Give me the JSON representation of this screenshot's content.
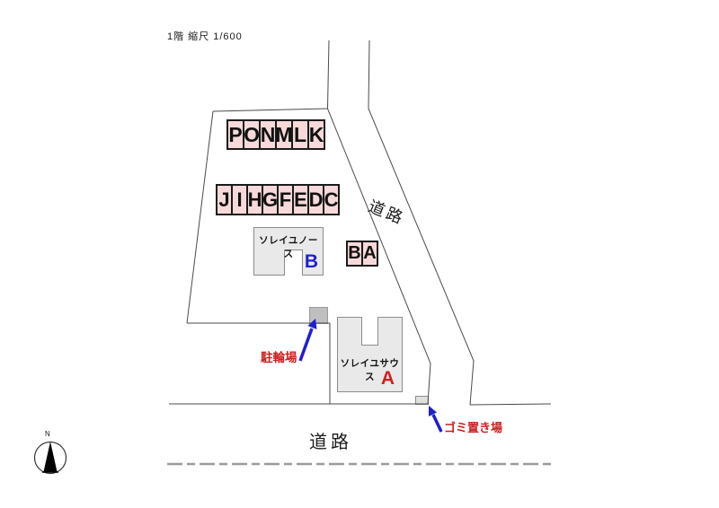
{
  "title": "1階 縮尺 1/600",
  "parking": {
    "row1": [
      "P",
      "O",
      "N",
      "M",
      "L",
      "K"
    ],
    "row2": [
      "J",
      "I",
      "H",
      "G",
      "F",
      "E",
      "D",
      "C"
    ],
    "row3": [
      "B",
      "A"
    ]
  },
  "buildings": {
    "north": {
      "name": "ソレイユノース",
      "unit": "B",
      "unit_color": "#1f1fd0"
    },
    "south": {
      "name": "ソレイユサウス",
      "unit": "A",
      "unit_color": "#d01f1f"
    }
  },
  "labels": {
    "road_right": "道路",
    "road_bottom": "道路",
    "bicycle_area": "駐輪場",
    "garbage_area": "ゴミ置き場",
    "compass_north": "N"
  },
  "colors": {
    "parking_fill": "#f8d9d9",
    "building_fill": "#e9e9e9",
    "arrow_blue": "#1f1fd0",
    "label_red": "#cc2020",
    "line_gray": "#4a4a4a",
    "dashed_gray": "#9b9b9b"
  }
}
